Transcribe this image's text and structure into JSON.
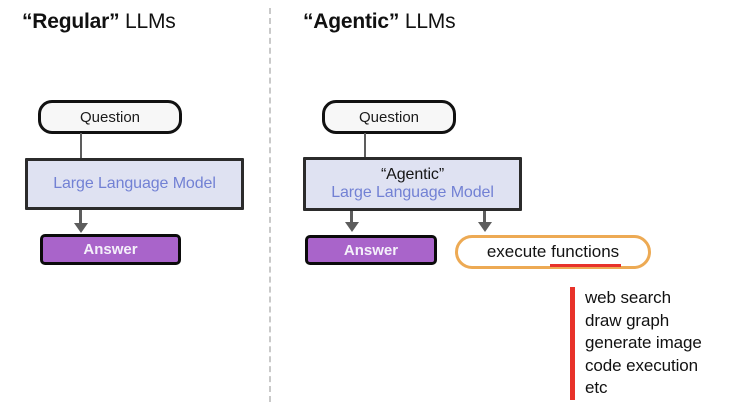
{
  "colors": {
    "llm_fill": "#dfe2f2",
    "llm_text": "#7281d4",
    "answer_fill": "#a964ca",
    "exec_border": "#edaa54",
    "underline_red": "#e8322a",
    "list_bar_red": "#e8322a",
    "box_border": "#111111",
    "divider": "#c9c9c9",
    "arrow": "#5d5d5d",
    "background": "#ffffff"
  },
  "panels": {
    "left": {
      "title_quoted": "“Regular”",
      "title_rest": " LLMs",
      "question": "Question",
      "llm_label": "Large Language Model",
      "answer": "Answer"
    },
    "right": {
      "title_quoted": "“Agentic”",
      "title_rest": " LLMs",
      "question": "Question",
      "llm_label_top": "“Agentic”",
      "llm_label_bottom": "Large Language Model",
      "answer": "Answer",
      "execute": {
        "prefix": "execute ",
        "underlined": "functions"
      },
      "function_list": [
        "web search",
        "draw graph",
        "generate image",
        "code execution",
        "etc"
      ]
    }
  }
}
